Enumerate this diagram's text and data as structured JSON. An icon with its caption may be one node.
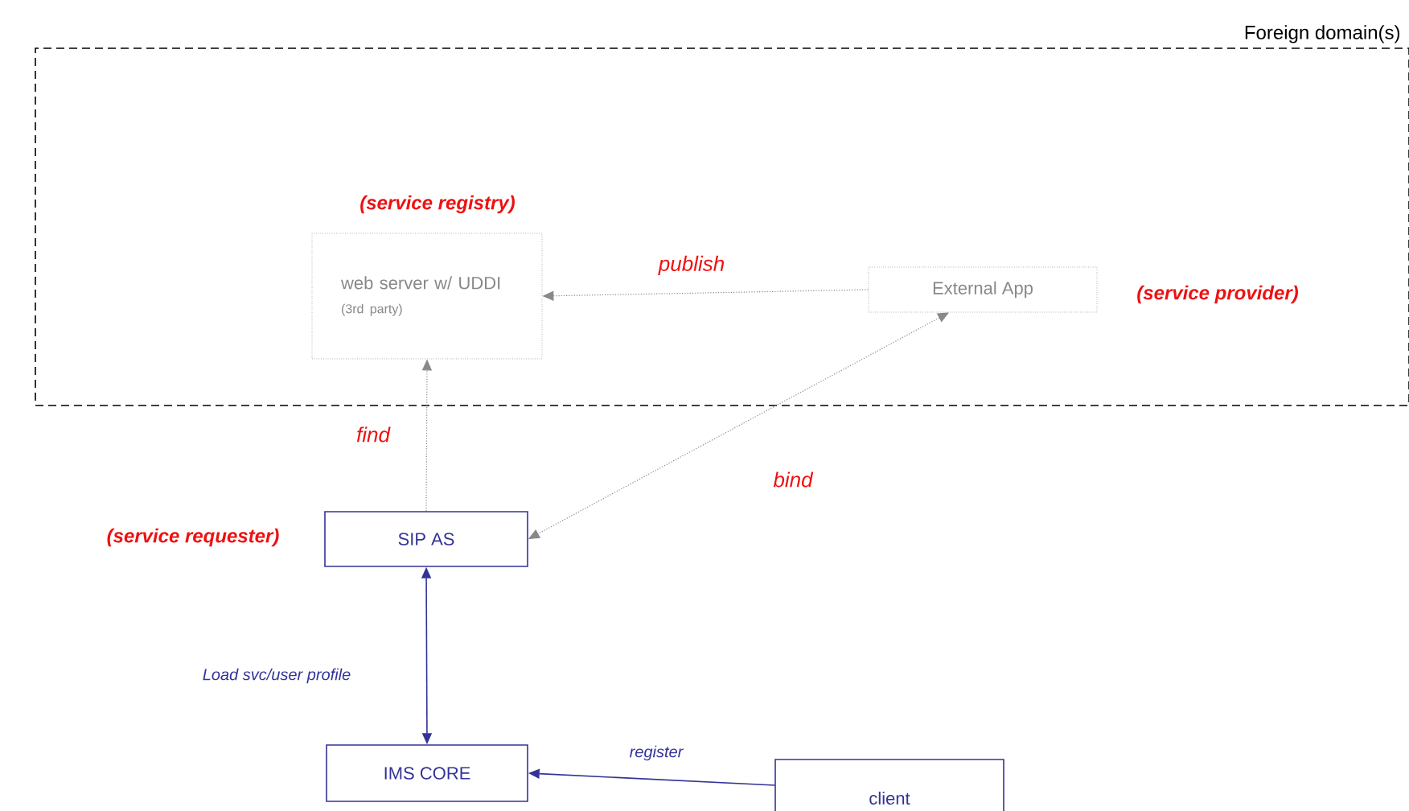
{
  "diagram": {
    "nodes": [
      {
        "text": [
          "Foreign domain(s)"
        ]
      },
      {
        "text": [
          "web server w/ UDDI",
          "(3rd party)"
        ],
        "in": 0,
        "beside": [
          "(service registry)"
        ]
      },
      {
        "text": [
          "External App"
        ],
        "in": 0,
        "beside": [
          "(service provider)"
        ]
      },
      {
        "text": [
          "SIP AS"
        ],
        "beside": [
          "(service requester)"
        ]
      },
      {
        "text": [
          "IMS CORE"
        ]
      },
      {
        "text": [
          "client"
        ]
      }
    ],
    "edges": [
      {
        "from": 3,
        "to": 1,
        "arrow": "to",
        "label": "find",
        "style": "dashed"
      },
      {
        "from": 2,
        "to": 1,
        "arrow": "to",
        "label": "publish",
        "style": "dashed"
      },
      {
        "from": 2,
        "to": 3,
        "arrow": "both",
        "label": "bind",
        "style": "dashed"
      },
      {
        "from": 3,
        "to": 4,
        "arrow": "both",
        "label": "Load svc/user profile",
        "color": "#333399"
      },
      {
        "from": 5,
        "to": 4,
        "arrow": "to",
        "label": "register",
        "color": "#333399"
      }
    ]
  }
}
